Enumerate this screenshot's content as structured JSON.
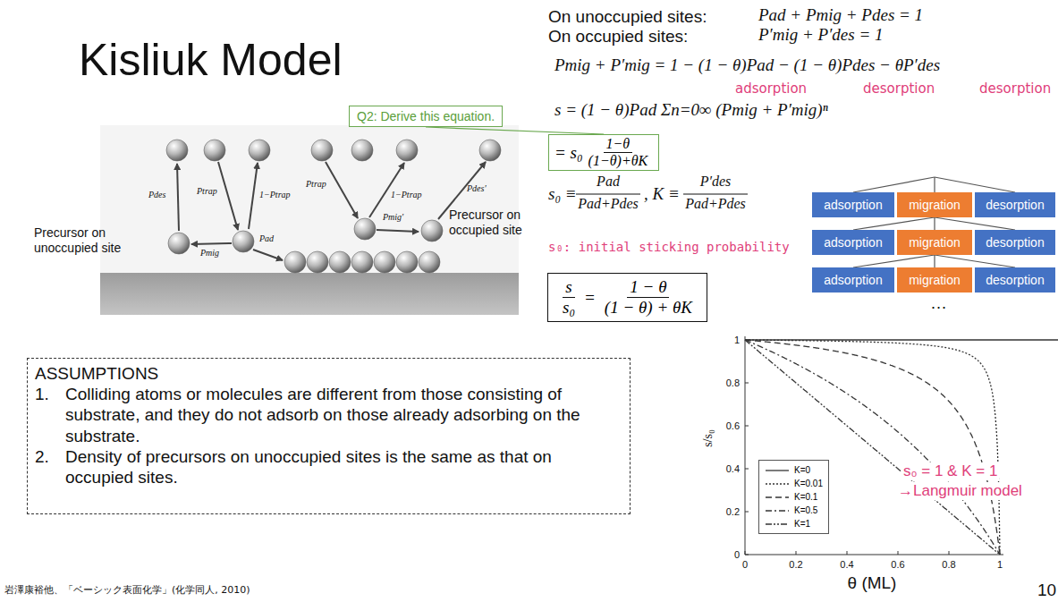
{
  "diagram": {
    "title": "Kisliuk Model",
    "nodes": [
      {
        "text": [
          "Q2: Derive this equation."
        ]
      },
      {
        "text": [
          "= s₀",
          "1−θ",
          "(1−θ)+θK"
        ]
      },
      {
        "text": [
          "s",
          "s₀",
          "=",
          "1 − θ",
          "(1 − θ) + θK"
        ]
      },
      {
        "text": [
          "ASSUMPTIONS",
          "1.",
          "Colliding atoms or molecules are different from those consisting of substrate, and they do not adsorb on those already adsorbing on the substrate.",
          "2.",
          "Density of precursors on unoccupied sites is the same as that on occupied sites."
        ]
      },
      {
        "text": [
          "adsorption"
        ]
      },
      {
        "text": [
          "migration"
        ]
      },
      {
        "text": [
          "desorption"
        ]
      },
      {
        "text": [
          "adsorption"
        ]
      },
      {
        "text": [
          "migration"
        ]
      },
      {
        "text": [
          "desorption"
        ]
      },
      {
        "text": [
          "adsorption"
        ]
      },
      {
        "text": [
          "migration"
        ]
      },
      {
        "text": [
          "desorption"
        ]
      }
    ],
    "edges": [
      {
        "from": 0,
        "to": 1,
        "arrow": "none"
      },
      {
        "from": 5,
        "to": 7,
        "arrow": "none"
      },
      {
        "from": 5,
        "to": 8,
        "arrow": "none"
      },
      {
        "from": 5,
        "to": 9,
        "arrow": "none"
      },
      {
        "from": 8,
        "to": 10,
        "arrow": "none"
      },
      {
        "from": 8,
        "to": 11,
        "arrow": "none"
      },
      {
        "from": 8,
        "to": 12,
        "arrow": "none"
      }
    ],
    "labels": [
      "On unoccupied sites:",
      "Pad + Pmig + Pdes = 1",
      "On occupied sites:",
      "P′mig + P′des = 1",
      "Pmig + P′mig = 1 − (1 − θ)Pad − (1 − θ)Pdes − θP′des",
      "adsorption",
      "desorption",
      "desorption",
      "s = (1 − θ)Pad Σn=0∞ (Pmig + P′mig)ⁿ",
      "s₀ ≡",
      "Pad",
      "Pad+Pdes",
      ", K ≡",
      "P′des",
      "Pad+Pdes",
      "s₀: initial sticking probability",
      "Pdes",
      "Ptrap",
      "1−Ptrap",
      "Ptrap",
      "1−Ptrap",
      "Pdes′",
      "Pmig′",
      "Pad",
      "Pmig",
      "Precursor on unoccupied site",
      "Precursor on occupied site",
      "…",
      "1",
      "0.8",
      "0.6",
      "0.4",
      "0.2",
      "0",
      "0",
      "0.2",
      "0.4",
      "0.6",
      "0.8",
      "1",
      "s/s₀",
      "θ (ML)",
      "s₀ = 1 & K = 1",
      "→Langmuir model",
      "岩澤康裕他、「ベーシック表面化学」(化学同人, 2010)",
      "10"
    ],
    "legend": [
      {
        "text": "K=0"
      },
      {
        "text": "K=0.01"
      },
      {
        "text": "K=0.1"
      },
      {
        "text": "K=0.5"
      },
      {
        "text": "K=1"
      }
    ]
  }
}
